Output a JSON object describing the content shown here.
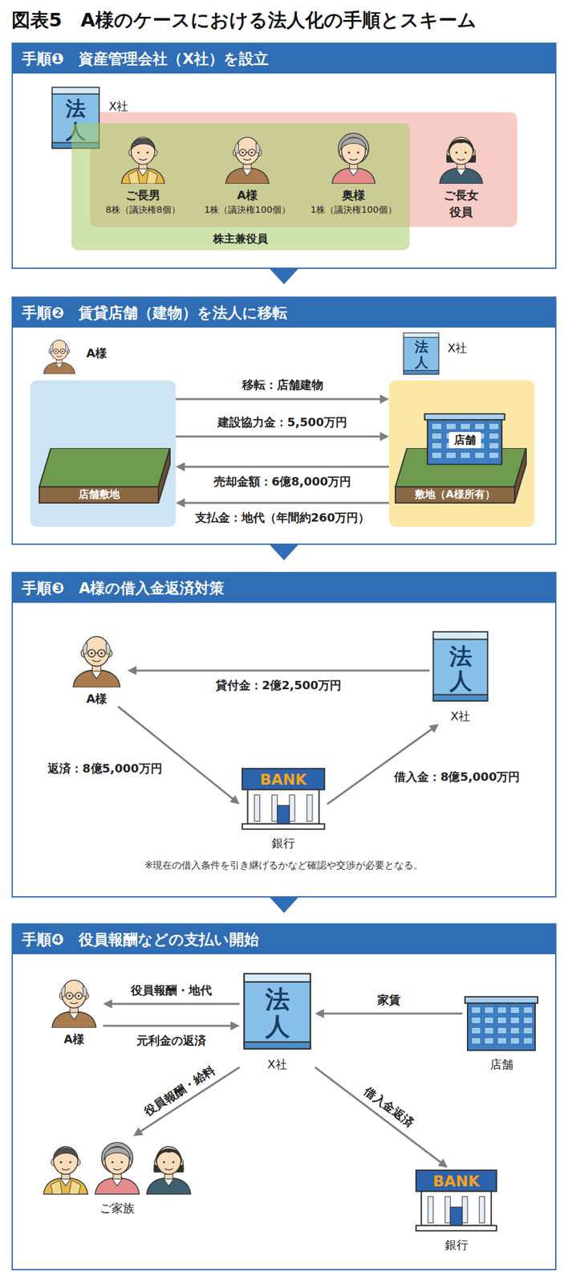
{
  "diagram": {
    "title": "図表5　A様のケースにおける法人化の手順とスキーム",
    "nodes": [
      {
        "text": [
          "手順❶　資産管理会社（X社）を設立"
        ]
      },
      {
        "text": [
          "法人",
          "X社"
        ],
        "in": 0
      },
      {
        "text": [
          "株主兼役員"
        ],
        "in": 0
      },
      {
        "text": [
          "ご長男",
          "8株（議決権8個）"
        ],
        "in": 2
      },
      {
        "text": [
          "A様",
          "1株（議決権100個）"
        ],
        "in": 2
      },
      {
        "text": [
          "奥様",
          "1株（議決権100個）"
        ],
        "in": 2
      },
      {
        "text": [
          "ご長女",
          "役員"
        ],
        "in": 0
      },
      {
        "text": [
          "手順❷　賃貸店舗（建物）を法人に移転"
        ]
      },
      {
        "text": [
          "A様"
        ],
        "in": 7
      },
      {
        "text": [
          "店舗敷地"
        ],
        "in": 7
      },
      {
        "text": [
          "法人",
          "X社"
        ],
        "in": 7
      },
      {
        "text": [
          "敷地（A様所有）"
        ],
        "in": 7
      },
      {
        "text": [
          "店舗"
        ],
        "in": 11
      },
      {
        "text": [
          "手順❸　A様の借入金返済対策"
        ]
      },
      {
        "text": [
          "A様"
        ],
        "in": 13
      },
      {
        "text": [
          "法人",
          "X社"
        ],
        "in": 13
      },
      {
        "text": [
          "BANK",
          "銀行"
        ],
        "in": 13
      },
      {
        "text": [
          "手順❹　役員報酬などの支払い開始"
        ]
      },
      {
        "text": [
          "A様"
        ],
        "in": 17
      },
      {
        "text": [
          "法人",
          "X社"
        ],
        "in": 17
      },
      {
        "text": [
          "店舗"
        ],
        "in": 17
      },
      {
        "text": [
          "ご家族"
        ],
        "in": 17
      },
      {
        "text": [
          "BANK",
          "銀行"
        ],
        "in": 17
      }
    ],
    "edges": [
      {
        "from": 9,
        "to": 11,
        "label": "移転：店舗建物",
        "arrow": "to"
      },
      {
        "from": 9,
        "to": 11,
        "label": "建設協力金：5,500万円",
        "arrow": "to"
      },
      {
        "from": 11,
        "to": 9,
        "label": "売却金額：6億8,000万円",
        "arrow": "to"
      },
      {
        "from": 11,
        "to": 9,
        "label": "支払金：地代（年間約260万円）",
        "arrow": "to"
      },
      {
        "from": 15,
        "to": 14,
        "label": "貸付金：2億2,500万円",
        "arrow": "to"
      },
      {
        "from": 14,
        "to": 16,
        "label": "返済：8億5,000万円",
        "arrow": "to"
      },
      {
        "from": 16,
        "to": 15,
        "label": "借入金：8億5,000万円",
        "arrow": "to"
      },
      {
        "from": 19,
        "to": 18,
        "label": "役員報酬・地代",
        "arrow": "to"
      },
      {
        "from": 18,
        "to": 19,
        "label": "元利金の返済",
        "arrow": "to"
      },
      {
        "from": 20,
        "to": 19,
        "label": "家賃",
        "arrow": "to"
      },
      {
        "from": 19,
        "to": 21,
        "label": "役員報酬・給料",
        "arrow": "to"
      },
      {
        "from": 19,
        "to": 22,
        "label": "借入金返済",
        "arrow": "to"
      }
    ],
    "labels": [
      "※現在の借入条件を引き継げるかなど確認や交渉が必要となる。"
    ]
  }
}
